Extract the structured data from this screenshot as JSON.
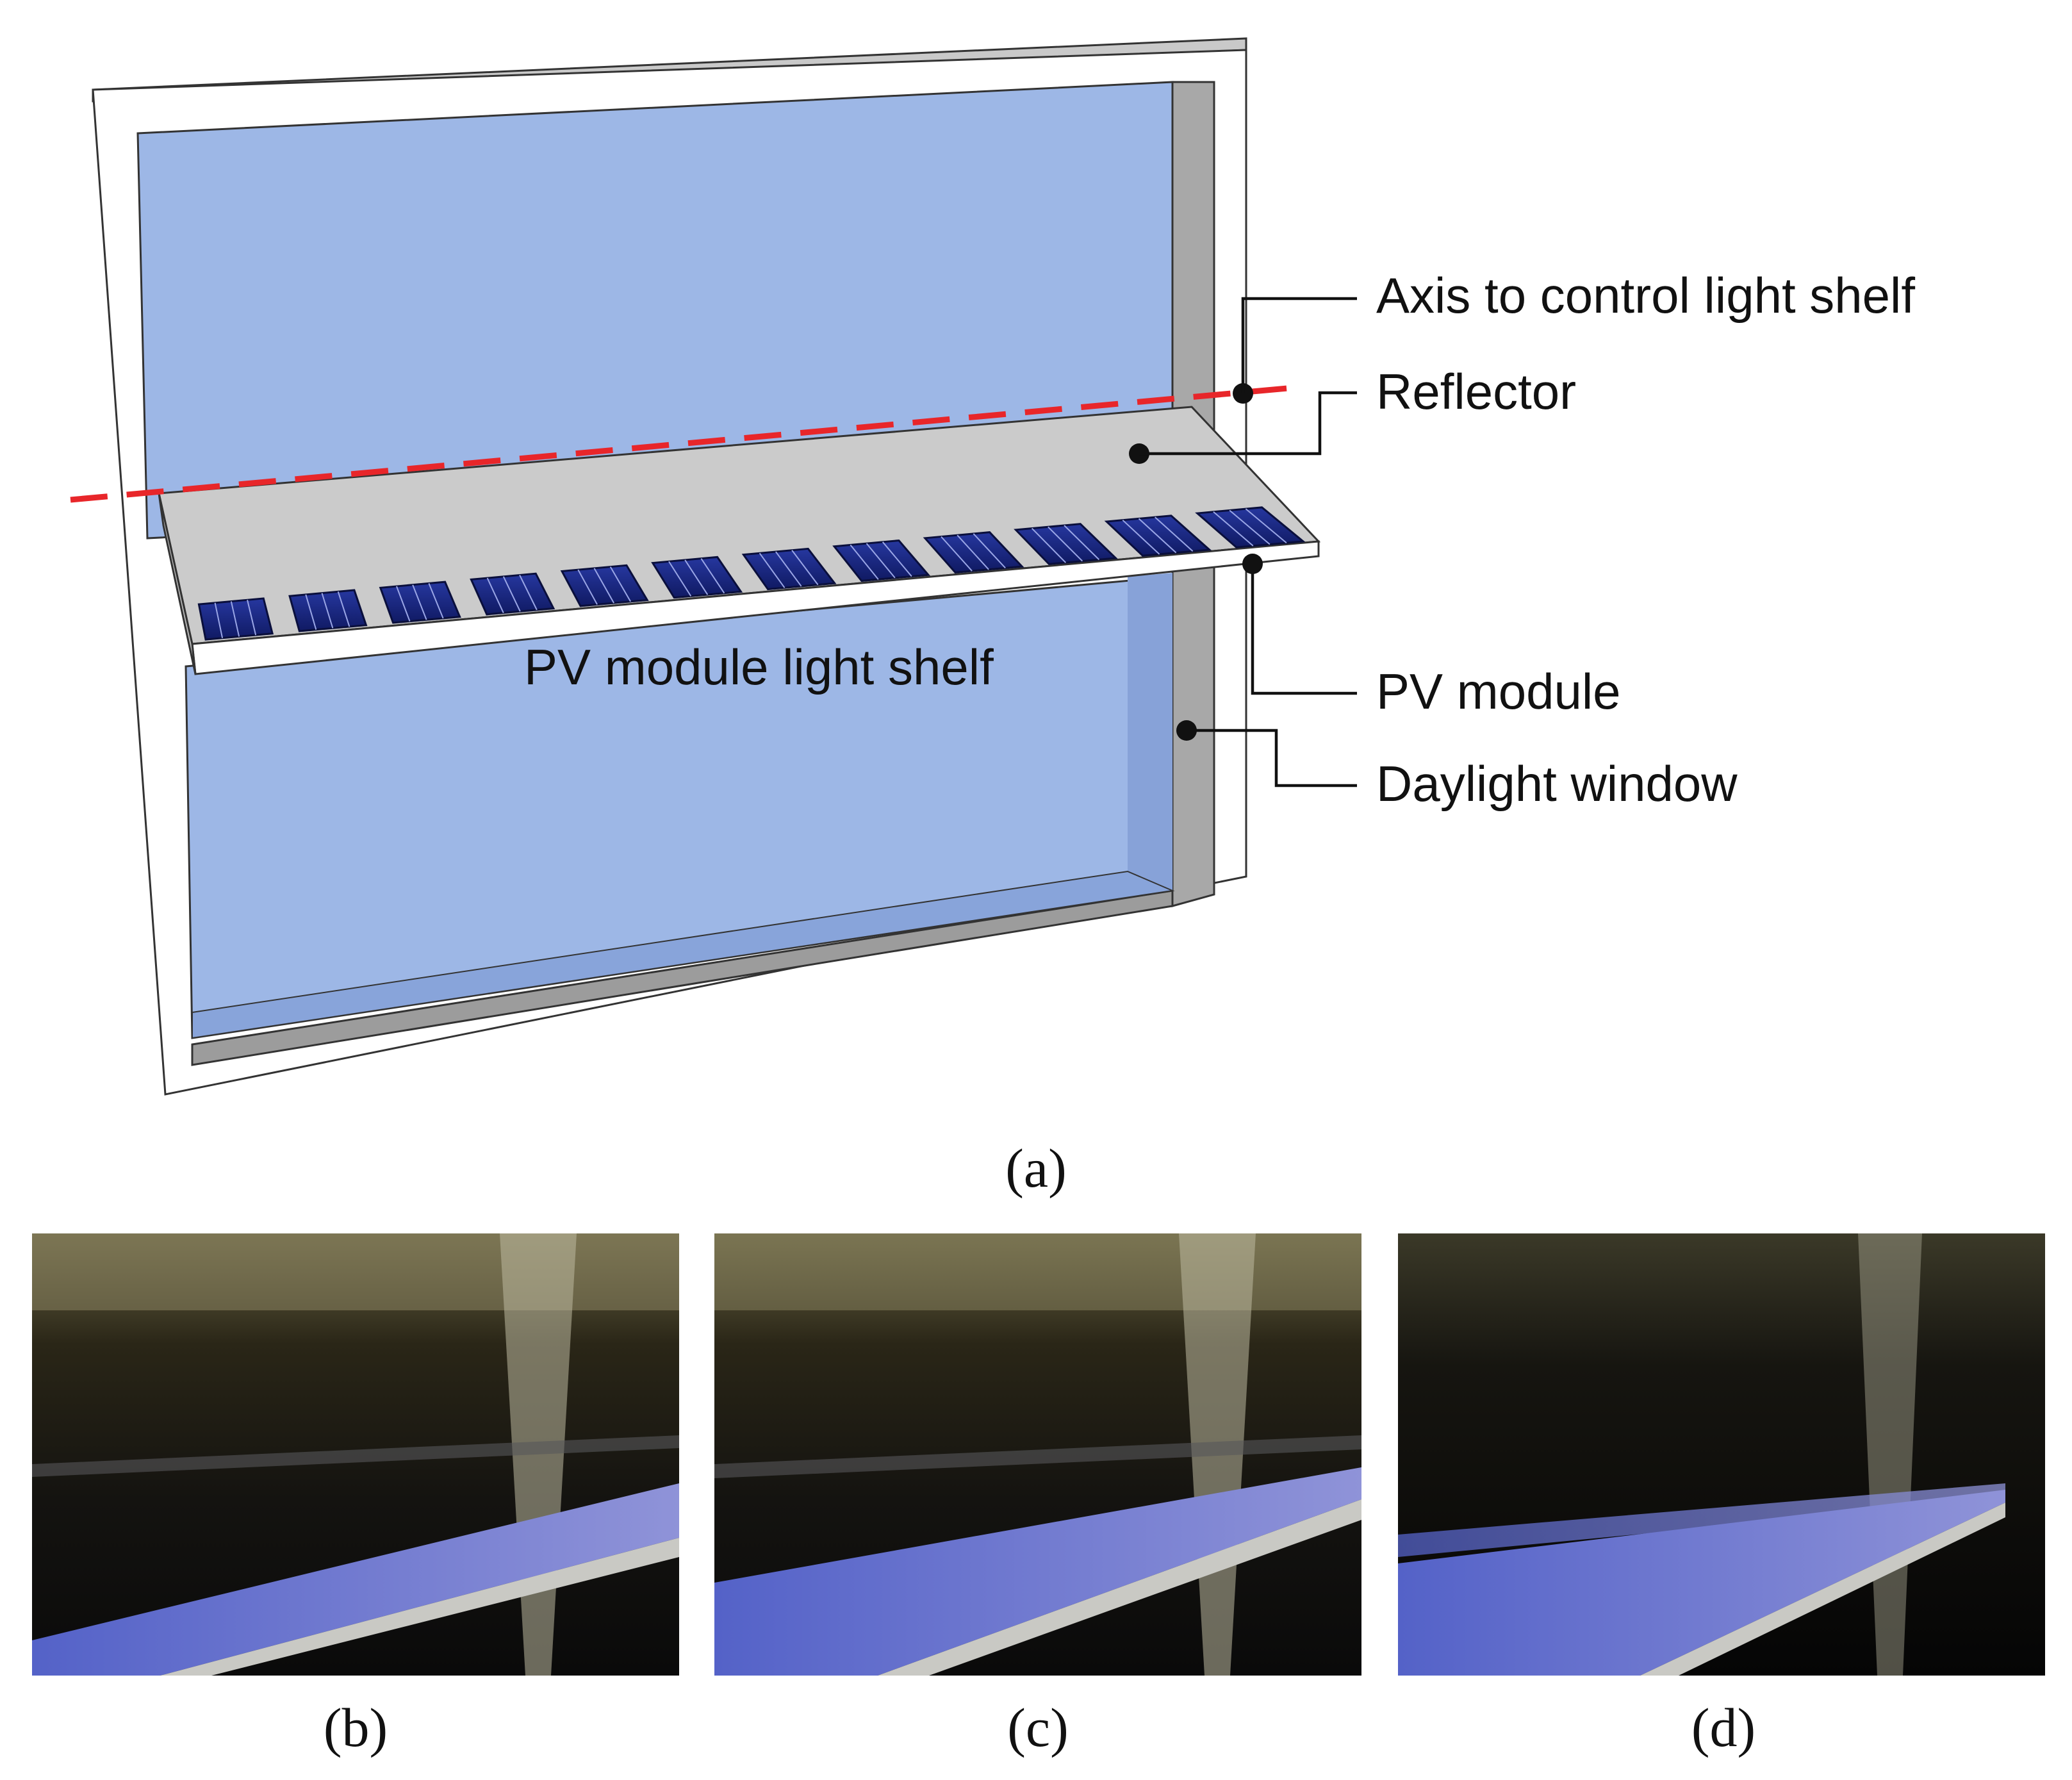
{
  "diagram": {
    "callouts": {
      "axis": "Axis to control light shelf",
      "reflector": "Reflector",
      "pv_module": "PV module",
      "daylight_window": "Daylight window"
    },
    "shelf_label": "PV module light shelf",
    "captions": {
      "a": "(a)",
      "b": "(b)",
      "c": "(c)",
      "d": "(d)"
    },
    "pv_cell_count": 12
  },
  "colors": {
    "glass": "#9db7e6",
    "frame_face": "#ffffff",
    "frame_side": "#a9a9a9",
    "reflector": "#cbcbcb",
    "pv_cell": "#1b2a8a",
    "axis_line": "#e8262a"
  }
}
